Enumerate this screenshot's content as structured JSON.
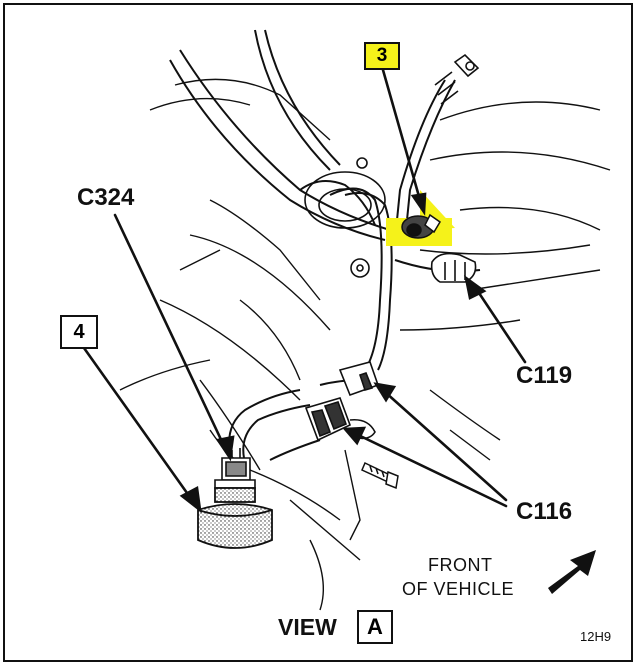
{
  "callouts": {
    "item3": "3",
    "item4": "4",
    "c324": "C324",
    "c119": "C119",
    "c116": "C116"
  },
  "front_of_vehicle": {
    "line1": "FRONT",
    "line2": "OF VEHICLE"
  },
  "view": {
    "label": "VIEW",
    "letter": "A"
  },
  "figure_code": "12H9",
  "colors": {
    "ink": "#111111",
    "highlight": "#f5f21a"
  },
  "icons": {
    "front_arrow": "arrow-icon"
  }
}
